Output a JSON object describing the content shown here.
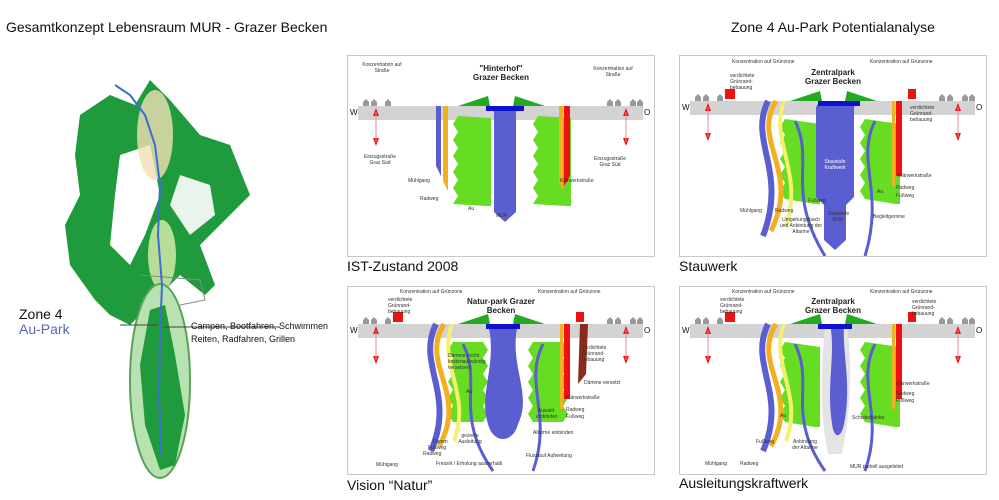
{
  "header": {
    "left_title": "Gesamtkonzept Lebensraum MUR - Grazer Becken",
    "right_title": "Zone 4 Au-Park  Potentialanalyse"
  },
  "map": {
    "zone": "Zone 4",
    "zone_name": "Au-Park",
    "activities_1": "Campen, Bootfahren, Schwimmen",
    "activities_2": "Reiten, Radfahren, Grillen"
  },
  "compass": {
    "west": "W",
    "east": "O"
  },
  "panels": [
    {
      "caption": "IST-Zustand 2008",
      "center_title": "\"Hinterhof\" Grazer Becken",
      "labels": {
        "konz_l": "Konzentration auf Straße",
        "konz_r": "Konzentration auf Straße",
        "einzug_l": "Einzugsstraße Graz Süd",
        "einzug_r": "Einzugsstraße Graz Süd",
        "au": "Au",
        "muhlgang": "Mühlgang",
        "radweg": "Radweg",
        "mur": "MUR",
        "klar": "Klärwerkstraße"
      }
    },
    {
      "caption": "Stauwerk",
      "center_title": "Zentralpark Grazer Becken",
      "labels": {
        "konz": "Konzentration auf Grünzone",
        "verd": "verdichtete Grünrand-bebauung",
        "stau": "Staustufe Kraftwerk",
        "staustufe": "Staustufe MUR",
        "muhlgang": "Mühlgang",
        "radweg": "Radweg",
        "fussweg": "Fußweg",
        "umg": "Umgehungsbach und Anbindung der Altarme",
        "begleit": "Begleitgerinne",
        "klar": "Klärwerkstraße",
        "au": "Au"
      }
    },
    {
      "caption": "Vision “Natur”",
      "center_title": "Natur-park Grazer Becken",
      "labels": {
        "konz": "Konzentration auf Grünzone",
        "verd": "verdichtete Grünrand-bebauung",
        "damme": "Dämme (nicht kostenaufwändig versetzen)",
        "damme_v": "Dämme versetzt",
        "au": "Au",
        "klar": "Klärwerkstraße",
        "radweg": "Radweg",
        "fussweg": "Fußweg",
        "auwald": "Auwald einbinden",
        "altarme": "Altarme einbinden",
        "gezielte": "gezielte Ausleitung",
        "damm": "Damm",
        "muhlgang": "Mühlgang",
        "freizeit": "Freizeit / Erholung ausserhalb",
        "fluss": "Flusslauf Aufweitung"
      }
    },
    {
      "caption": "Ausleitungskraftwerk",
      "center_title": "Zentralpark Grazer Becken",
      "labels": {
        "konz": "Konzentration auf Grünzone",
        "verd": "verdichtete Grünrand-bebauung",
        "muhlgang": "Mühlgang",
        "radweg": "Radweg",
        "fussweg": "Fußweg",
        "anbindung": "Anbindung der Altarme",
        "schotter": "Schotterbänke",
        "mur": "MUR partiell ausgeleitet",
        "klar": "Klärwerkstraße",
        "au": "Au"
      }
    }
  ],
  "colors": {
    "ground": "#d3d3d3",
    "river": "#5a5ed0",
    "water": "#1010d0",
    "green": "#66dd22",
    "forest": "#1f9a3c",
    "path_y": "#f2b020",
    "road": "#ee1111"
  }
}
